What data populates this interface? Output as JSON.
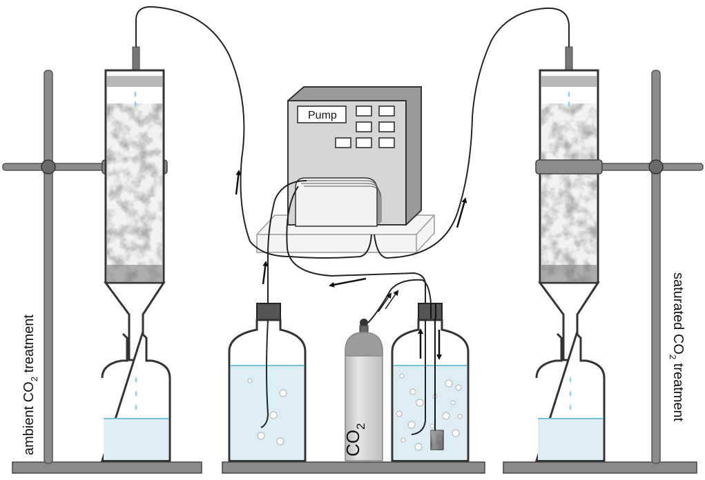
{
  "labels": {
    "pump": "Pump",
    "left_treatment": {
      "pre": "ambient CO",
      "sub": "2",
      "post": " treatment"
    },
    "right_treatment": {
      "pre": "saturated CO",
      "sub": "2",
      "post": " treatment"
    },
    "cylinder": {
      "main": "CO",
      "sub": "2"
    }
  },
  "colors": {
    "steel": "#7d7d7d",
    "steel_dark": "#505050",
    "glass_outline": "#3c3c3c",
    "water": "#dcedf6",
    "water_line": "#6fc4dc",
    "drop": "#8fd0ea",
    "pump_body": "#d6d6d6",
    "tube": "#222222"
  }
}
